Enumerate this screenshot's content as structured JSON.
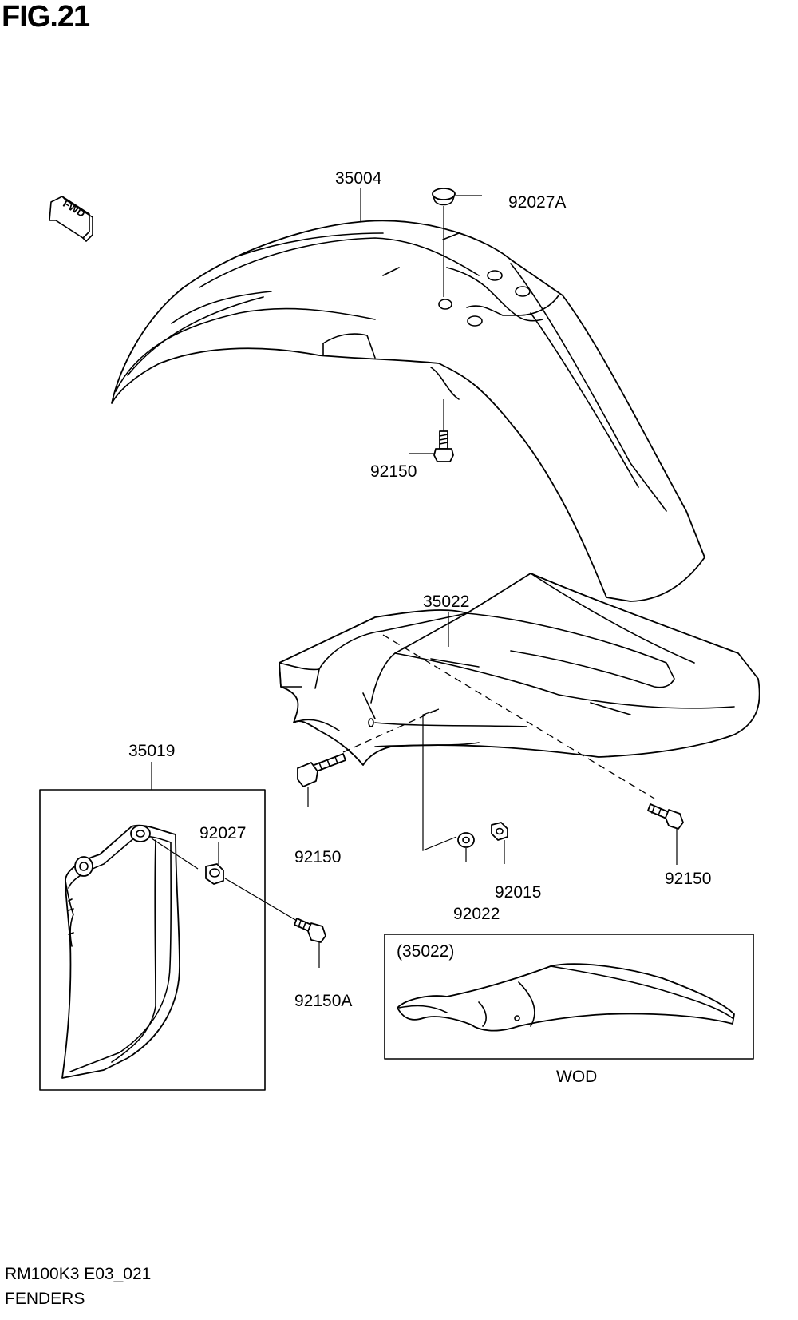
{
  "figure": {
    "title": "FIG.21",
    "code": "RM100K3 E03_021",
    "name": "FENDERS",
    "direction_marker": "FWD",
    "variant_box_label": "(35022)",
    "variant_label": "WOD"
  },
  "parts": {
    "front_fender": "35004",
    "grommet_top": "92027A",
    "bolt_front": "92150",
    "rear_fender": "35022",
    "number_plate": "35019",
    "grommet_plate": "92027",
    "bolt_rear_left": "92150",
    "bolt_rear_right": "92150",
    "washer": "92022",
    "nut": "92015",
    "bolt_plate": "92150A"
  }
}
